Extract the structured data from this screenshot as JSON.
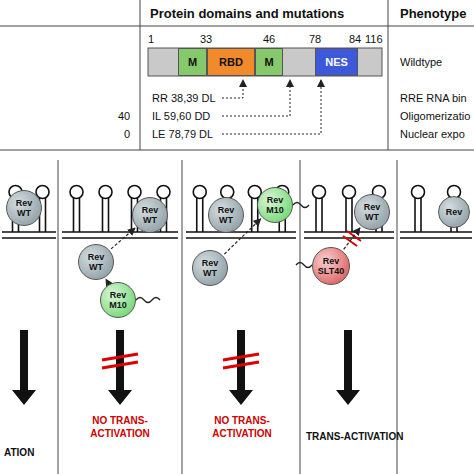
{
  "diagram": {
    "nodes": [
      {
        "text": [
          "M"
        ]
      },
      {
        "text": [
          "RBD"
        ]
      },
      {
        "text": [
          "M"
        ]
      },
      {
        "text": [
          "NES"
        ]
      },
      {
        "text": [
          "Rev WT"
        ]
      },
      {
        "text": [
          "Rev WT"
        ]
      },
      {
        "text": [
          "Rev WT"
        ]
      },
      {
        "text": [
          "Rev M10"
        ]
      },
      {
        "text": [
          "Rev WT"
        ]
      },
      {
        "text": [
          "Rev M10"
        ]
      },
      {
        "text": [
          "Rev WT"
        ]
      },
      {
        "text": [
          "Rev WT"
        ]
      },
      {
        "text": [
          "Rev SLT40"
        ]
      },
      {
        "text": [
          "Rev"
        ]
      }
    ],
    "edges": [
      {
        "from": 6,
        "to": 5,
        "arrow": "to"
      },
      {
        "from": 7,
        "to": 6,
        "arrow": "to"
      },
      {
        "from": 10,
        "to": 9,
        "arrow": "to"
      },
      {
        "from": 12,
        "to": 11,
        "arrow": "to"
      }
    ],
    "labels": [
      "Protein domains and mutations",
      "Phenotype",
      "1",
      "33",
      "46",
      "78",
      "84",
      "116",
      "Wildtype",
      "RR 38,39 DL",
      "RRE RNA bin",
      "40",
      "IL 59,60 DD",
      "Oligomerizatio",
      "0",
      "LE 78,79 DL",
      "Nuclear expo",
      "ATION",
      "NO TRANS-ACTIVATION",
      "NO TRANS-ACTIVATION",
      "TRANS-ACTIVATION"
    ]
  }
}
